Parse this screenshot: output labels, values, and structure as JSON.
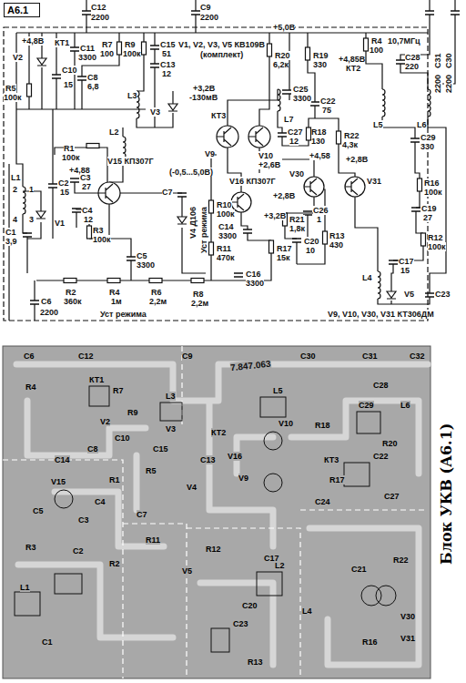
{
  "diagram": {
    "title": "Блок УКВ (А6.1)",
    "nodes": [
      {
        "text": [
          "А6.1"
        ]
      },
      {
        "text": [
          "7.847.063"
        ]
      }
    ],
    "labels": [
      "C12",
      "2200",
      "C9",
      "2200",
      "+4,8В",
      "КТ1",
      "C11",
      "3300",
      "R7",
      "100",
      "R9",
      "100к",
      "C15",
      "51",
      "C13",
      "12",
      "V1, V2, V3, V5 КВ109В",
      "(комплект)",
      "+5,0В",
      "R20",
      "6,2к",
      "R19",
      "330",
      "R4",
      "100",
      "10,7МГц",
      "+4,85В",
      "КТ2",
      "C28",
      "220",
      "C31",
      "2200",
      "C30",
      "2200",
      "V2",
      "R5",
      "100к",
      "C8",
      "6,8",
      "C10",
      "15",
      "L3",
      "V3",
      "L2",
      "+3,2В",
      "-130мВ",
      "C25",
      "3300",
      "C22",
      "75",
      "КТ3",
      "L5",
      "L6",
      "L7",
      "C27",
      "12",
      "R18",
      "130",
      "R22",
      "4,3к",
      "+2,8В",
      "C29",
      "330",
      "+4,58",
      "R1",
      "100к",
      "+4,88",
      "V15 КП307Г",
      "V9",
      "V10",
      "+2,6В",
      "(-0,5...5,0В)",
      "V16 КП307Г",
      "C2",
      "15",
      "C3",
      "27",
      "C4",
      "12",
      "C7",
      "V1",
      "L1",
      "C1",
      "3,9",
      "1",
      "2",
      "3",
      "4",
      "V4 Д106",
      "Уст режима",
      "R10",
      "100к",
      "C14",
      "3300",
      "R11",
      "470к",
      "C16",
      "3300",
      "R17",
      "15к",
      "+3,2В",
      "V30",
      "V31",
      "+2,8В",
      "R21",
      "1,8к",
      "C26",
      "1",
      "C20",
      "10",
      "R13",
      "430",
      "R16",
      "100к",
      "C19",
      "27",
      "R12",
      "100к",
      "C17",
      "15",
      "L4",
      "V5",
      "C23",
      "V9, V10, V30, V31 КТ306ДМ",
      "R3",
      "100к",
      "C5",
      "3300",
      "R2",
      "360к",
      "R4",
      "1м",
      "R6",
      "2,2м",
      "R8",
      "2,2м",
      "C6",
      "2200",
      "Уст режима",
      "C6",
      "C12",
      "C9",
      "C30",
      "C31",
      "C32",
      "R4",
      "КТ1",
      "R7",
      "R9",
      "L3",
      "V3",
      "V2",
      "C10",
      "C8",
      "C14",
      "C15",
      "КТ2",
      "V16",
      "C13",
      "R5",
      "R1",
      "V4",
      "V15",
      "C4",
      "C3",
      "C5",
      "C7",
      "R11",
      "C2",
      "R3",
      "R2",
      "L1",
      "C1",
      "L5",
      "V10",
      "V9",
      "R18",
      "C29",
      "L6",
      "R20",
      "C28",
      "КТ3",
      "C22",
      "C27",
      "R17",
      "C24",
      "R12",
      "C17",
      "V5",
      "L2",
      "L4",
      "C23",
      "C20",
      "R13",
      "C21",
      "R22",
      "V30",
      "V31",
      "R16"
    ]
  }
}
